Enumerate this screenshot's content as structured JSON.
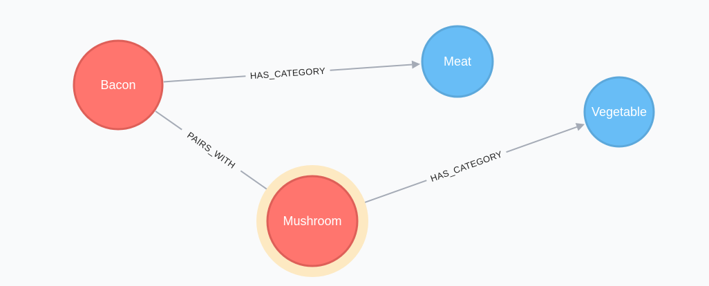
{
  "graph": {
    "nodes": [
      {
        "id": "bacon",
        "label": "Bacon",
        "category": "ingredient",
        "fill": "#ff756e",
        "stroke": "#de5f58",
        "selected": false
      },
      {
        "id": "mushroom",
        "label": "Mushroom",
        "category": "ingredient",
        "fill": "#ff756e",
        "stroke": "#de5f58",
        "selected": true
      },
      {
        "id": "meat",
        "label": "Meat",
        "category": "category",
        "fill": "#68bdf6",
        "stroke": "#5ca8db",
        "selected": false
      },
      {
        "id": "vegetable",
        "label": "Vegetable",
        "category": "category",
        "fill": "#68bdf6",
        "stroke": "#5ca8db",
        "selected": false
      }
    ],
    "relationships": [
      {
        "id": "rel-bacon-meat",
        "source": "bacon",
        "target": "meat",
        "type": "HAS_CATEGORY"
      },
      {
        "id": "rel-bacon-mushroom",
        "source": "bacon",
        "target": "mushroom",
        "type": "PAIRS_WITH"
      },
      {
        "id": "rel-mushroom-vegetable",
        "source": "mushroom",
        "target": "vegetable",
        "type": "HAS_CATEGORY"
      }
    ],
    "colors": {
      "edge": "#a5abb6",
      "selection_halo": "#fde9c2",
      "background": "#f9fafb"
    }
  }
}
